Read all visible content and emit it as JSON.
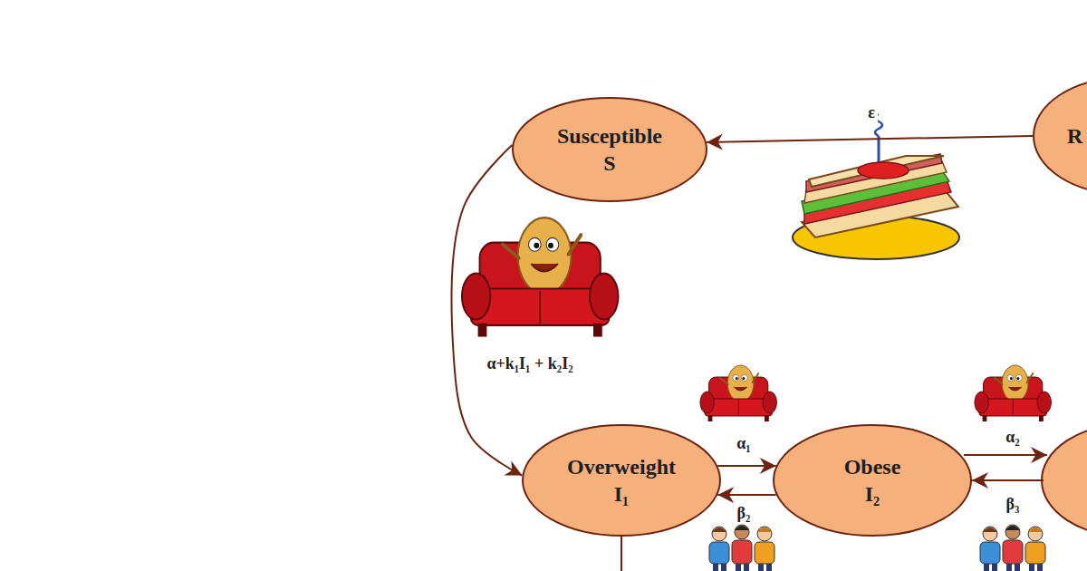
{
  "diagram": {
    "nodes": [
      {
        "text": [
          "Susceptible",
          "S"
        ]
      },
      {
        "text": [
          "R"
        ]
      },
      {
        "text": [
          "Overweight",
          "I₁"
        ]
      },
      {
        "text": [
          "Obese",
          "I₂"
        ]
      }
    ],
    "edges": [
      {
        "from": 1,
        "to": 0,
        "arrow": "to",
        "label": "ε"
      },
      {
        "from": 0,
        "to": 2,
        "arrow": "to",
        "label": "α+k₁I₁ + k₂I₂"
      },
      {
        "from": 2,
        "to": 3,
        "arrow": "to",
        "label": "α₁"
      },
      {
        "from": 3,
        "to": 2,
        "arrow": "to",
        "label": "β₂"
      }
    ],
    "labels": [
      "α₂",
      "β₃"
    ]
  }
}
